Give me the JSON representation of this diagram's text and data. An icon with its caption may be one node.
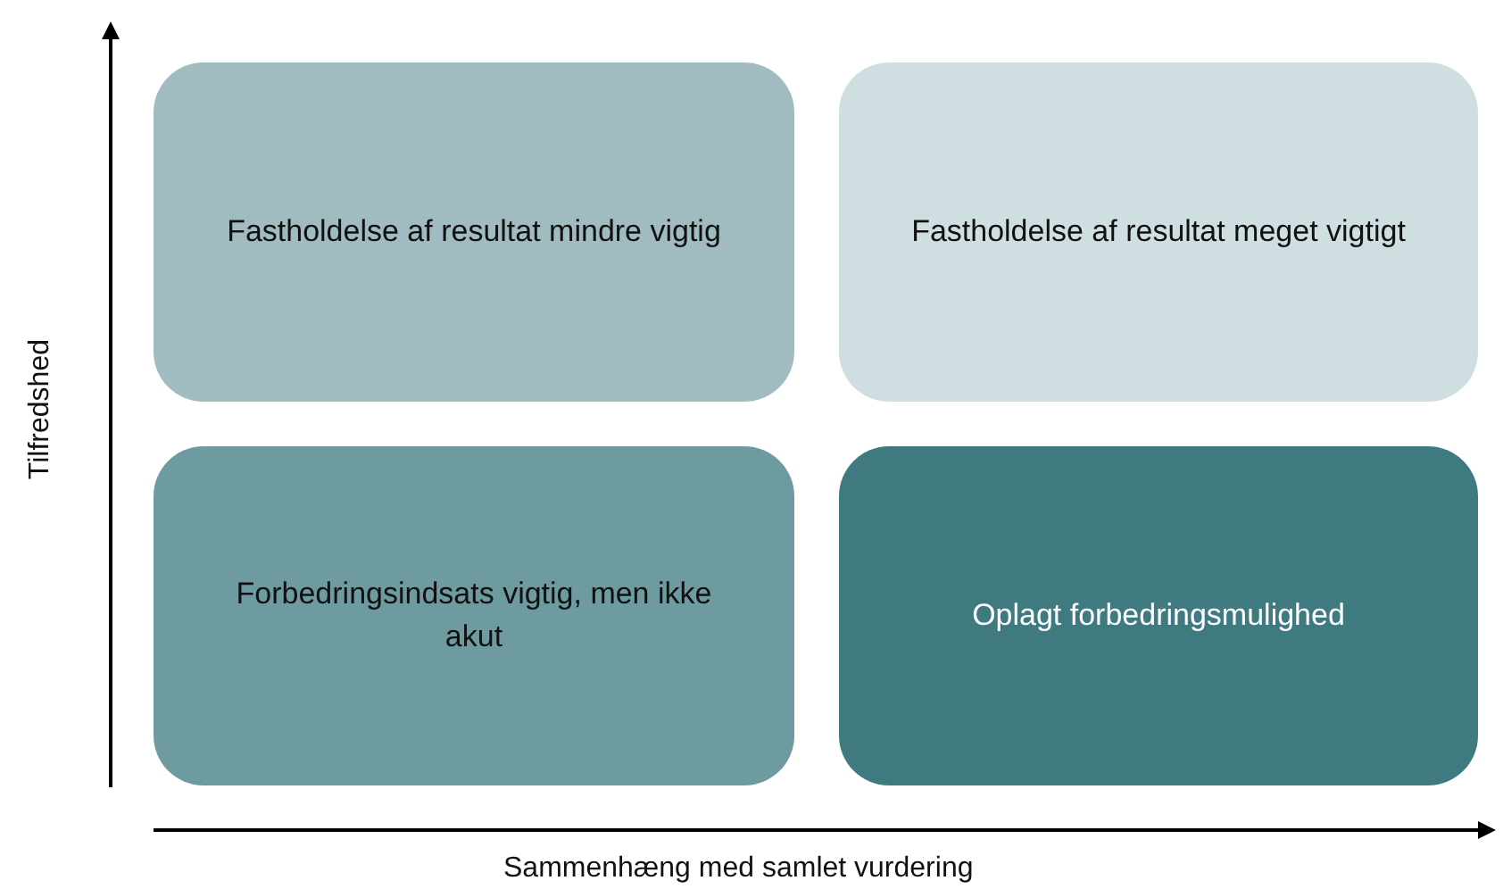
{
  "diagram": {
    "nodes": [
      {
        "text": [
          "Fastholdelse af resultat mindre vigtig"
        ]
      },
      {
        "text": [
          "Fastholdelse af resultat meget vigtigt"
        ]
      },
      {
        "text": [
          "Forbedringsindsats vigtig, men ikke akut"
        ]
      },
      {
        "text": [
          "Oplagt forbedringsmulighed"
        ]
      }
    ],
    "edges": [],
    "labels": [
      "Tilfredshed",
      "Sammenhæng med samlet vurdering"
    ]
  }
}
